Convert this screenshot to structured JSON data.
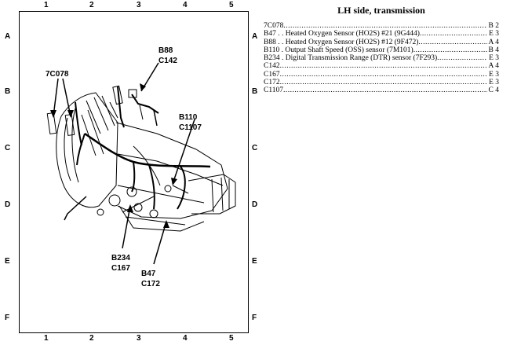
{
  "grid": {
    "columns": [
      "1",
      "2",
      "3",
      "4",
      "5"
    ],
    "rows": [
      "A",
      "B",
      "C",
      "D",
      "E",
      "F"
    ]
  },
  "diagram": {
    "callouts": [
      {
        "lines": [
          "B88",
          "C142"
        ]
      },
      {
        "lines": [
          "7C078"
        ]
      },
      {
        "lines": [
          "B110",
          "C1107"
        ]
      },
      {
        "lines": [
          "B234",
          "C167"
        ]
      },
      {
        "lines": [
          "B47",
          "C172"
        ]
      }
    ]
  },
  "legend": {
    "title": "LH side, transmission",
    "items": [
      {
        "label": "7C078",
        "loc": "B 2"
      },
      {
        "label": "B47 . .  Heated Oxygen Sensor (HO2S) #21 (9G444)",
        "loc": "E 3"
      },
      {
        "label": "B88 . .  Heated Oxygen Sensor (HO2S) #12 (9F472)",
        "loc": "A 4"
      },
      {
        "label": "B110 . Output Shaft Speed (OSS) sensor (7M101)",
        "loc": "B 4"
      },
      {
        "label": "B234 . Digital Transmission Range (DTR) sensor (7F293)",
        "loc": "E 3"
      },
      {
        "label": "C142",
        "loc": "A 4"
      },
      {
        "label": "C167",
        "loc": "E 3"
      },
      {
        "label": "C172",
        "loc": "E 3"
      },
      {
        "label": "C1107",
        "loc": "C 4"
      }
    ]
  }
}
